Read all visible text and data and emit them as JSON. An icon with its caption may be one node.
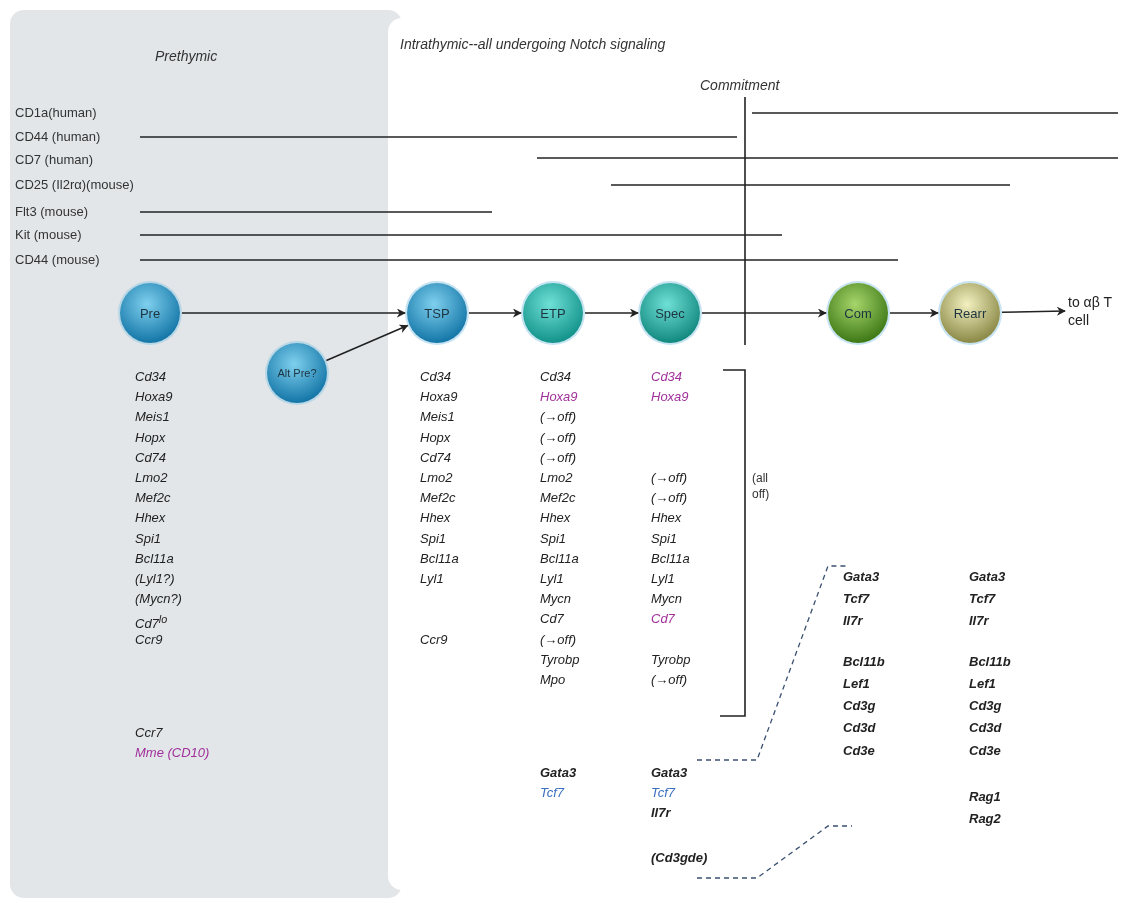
{
  "diagram": {
    "nodes": [
      {
        "text": [
          "Prethymic"
        ]
      },
      {
        "text": [
          "Intrathymic--all undergoing Notch signaling"
        ]
      },
      {
        "text": [
          "Pre"
        ],
        "in": 0,
        "beside": [
          "Cd34",
          "Hoxa9",
          "Meis1",
          "Hopx",
          "Cd74",
          "Lmo2",
          "Mef2c",
          "Hhex",
          "Spi1",
          "Bcl11a",
          "(Lyl1?)",
          "(Mycn?)",
          "Cd7$^{lo}$",
          "Ccr9",
          "Ccr7",
          "Mme (CD10)"
        ]
      },
      {
        "text": [
          "Alt Pre?"
        ],
        "in": 0
      },
      {
        "text": [
          "TSP"
        ],
        "in": 1,
        "beside": [
          "Cd34",
          "Hoxa9",
          "Meis1",
          "Hopx",
          "Cd74",
          "Lmo2",
          "Mef2c",
          "Hhex",
          "Spi1",
          "Bcl11a",
          "Lyl1",
          "Ccr9"
        ]
      },
      {
        "text": [
          "ETP"
        ],
        "in": 1,
        "beside": [
          "Cd34",
          "Hoxa9",
          "(→off)",
          "(→off)",
          "(→off)",
          "Lmo2",
          "Mef2c",
          "Hhex",
          "Spi1",
          "Bcl11a",
          "Lyl1",
          "Mycn",
          "Cd7",
          "(→off)",
          "Tyrobp",
          "Mpo",
          "Gata3",
          "Tcf7"
        ]
      },
      {
        "text": [
          "Spec"
        ],
        "in": 1,
        "beside": [
          "Cd34",
          "Hoxa9",
          "(→off)",
          "(→off)",
          "Hhex",
          "Spi1",
          "Bcl11a",
          "Lyl1",
          "Mycn",
          "Cd7",
          "Tyrobp",
          "(→off)",
          "Gata3",
          "Tcf7",
          "Il7r",
          "(Cd3gde)"
        ]
      },
      {
        "text": [
          "Com"
        ],
        "in": 1,
        "beside": [
          "Gata3",
          "Tcf7",
          "Il7r",
          "Bcl11b",
          "Lef1",
          "Cd3g",
          "Cd3d",
          "Cd3e"
        ]
      },
      {
        "text": [
          "Rearr"
        ],
        "in": 1,
        "beside": [
          "Gata3",
          "Tcf7",
          "Il7r",
          "Bcl11b",
          "Lef1",
          "Cd3g",
          "Cd3d",
          "Cd3e",
          "Rag1",
          "Rag2"
        ]
      },
      {
        "text": [
          "to αβ T cell"
        ],
        "in": 1
      }
    ],
    "edges": [
      {
        "from": 2,
        "to": 4,
        "arrow": "to"
      },
      {
        "from": 3,
        "to": 4,
        "arrow": "to"
      },
      {
        "from": 4,
        "to": 5,
        "arrow": "to"
      },
      {
        "from": 5,
        "to": 6,
        "arrow": "to"
      },
      {
        "from": 6,
        "to": 7,
        "arrow": "to"
      },
      {
        "from": 7,
        "to": 8,
        "arrow": "to"
      },
      {
        "from": 8,
        "to": 9,
        "arrow": "to"
      }
    ],
    "labels": [
      "Commitment",
      "CD1a(human)",
      "CD44 (human)",
      "CD7 (human)",
      "CD25 (Il2rα)(mouse)",
      "Flt3 (mouse)",
      "Kit (mouse)",
      "CD44 (mouse)",
      "(all off)"
    ]
  }
}
